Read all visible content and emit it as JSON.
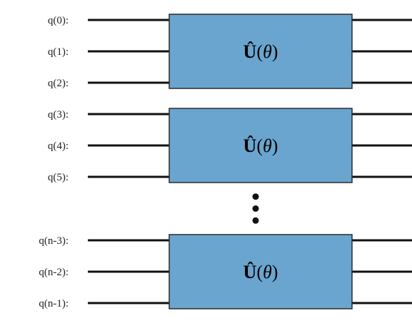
{
  "diagram": {
    "wires": [
      {
        "label": "q(0):"
      },
      {
        "label": "q(1):"
      },
      {
        "label": "q(2):"
      },
      {
        "label": "q(3):"
      },
      {
        "label": "q(4):"
      },
      {
        "label": "q(5):"
      },
      {
        "label": "q(n-3):"
      },
      {
        "label": "q(n-2):"
      },
      {
        "label": "q(n-1):"
      }
    ],
    "gates": [
      {
        "operator": "Û",
        "open": "(",
        "param": "θ",
        "close": ")",
        "wires": [
          0,
          1,
          2
        ]
      },
      {
        "operator": "Û",
        "open": "(",
        "param": "θ",
        "close": ")",
        "wires": [
          3,
          4,
          5
        ]
      },
      {
        "operator": "Û",
        "open": "(",
        "param": "θ",
        "close": ")",
        "wires": [
          6,
          7,
          8
        ]
      }
    ],
    "ellipsis_between_gates": [
      1,
      2
    ],
    "colors": {
      "gate_fill": "#6aa5cf",
      "gate_stroke": "#2b2b2b",
      "wire": "#111111",
      "dots": "#111111"
    }
  }
}
